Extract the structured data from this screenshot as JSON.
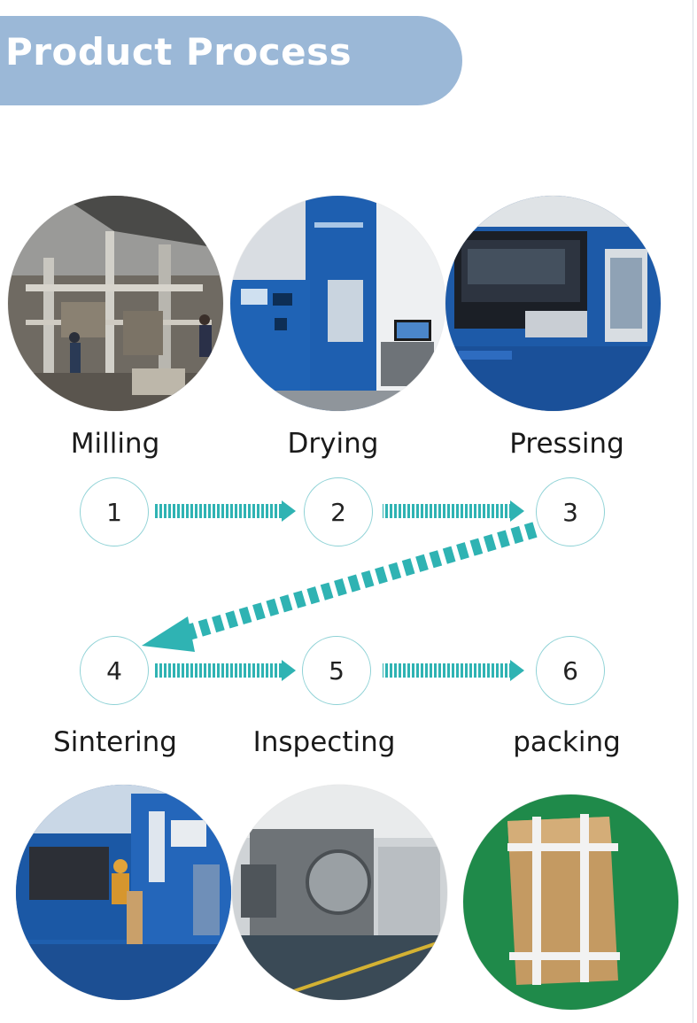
{
  "header": {
    "title": "Product Process"
  },
  "steps": [
    {
      "number": "1",
      "label": "Milling"
    },
    {
      "number": "2",
      "label": "Drying"
    },
    {
      "number": "3",
      "label": "Pressing"
    },
    {
      "number": "4",
      "label": "Sintering"
    },
    {
      "number": "5",
      "label": "Inspecting"
    },
    {
      "number": "6",
      "label": "packing"
    }
  ],
  "colors": {
    "banner": "#9bb8d7",
    "arrow": "#2fb3b3",
    "step_border": "#8fd2d6",
    "machine_blue": "#1e5fb0"
  }
}
